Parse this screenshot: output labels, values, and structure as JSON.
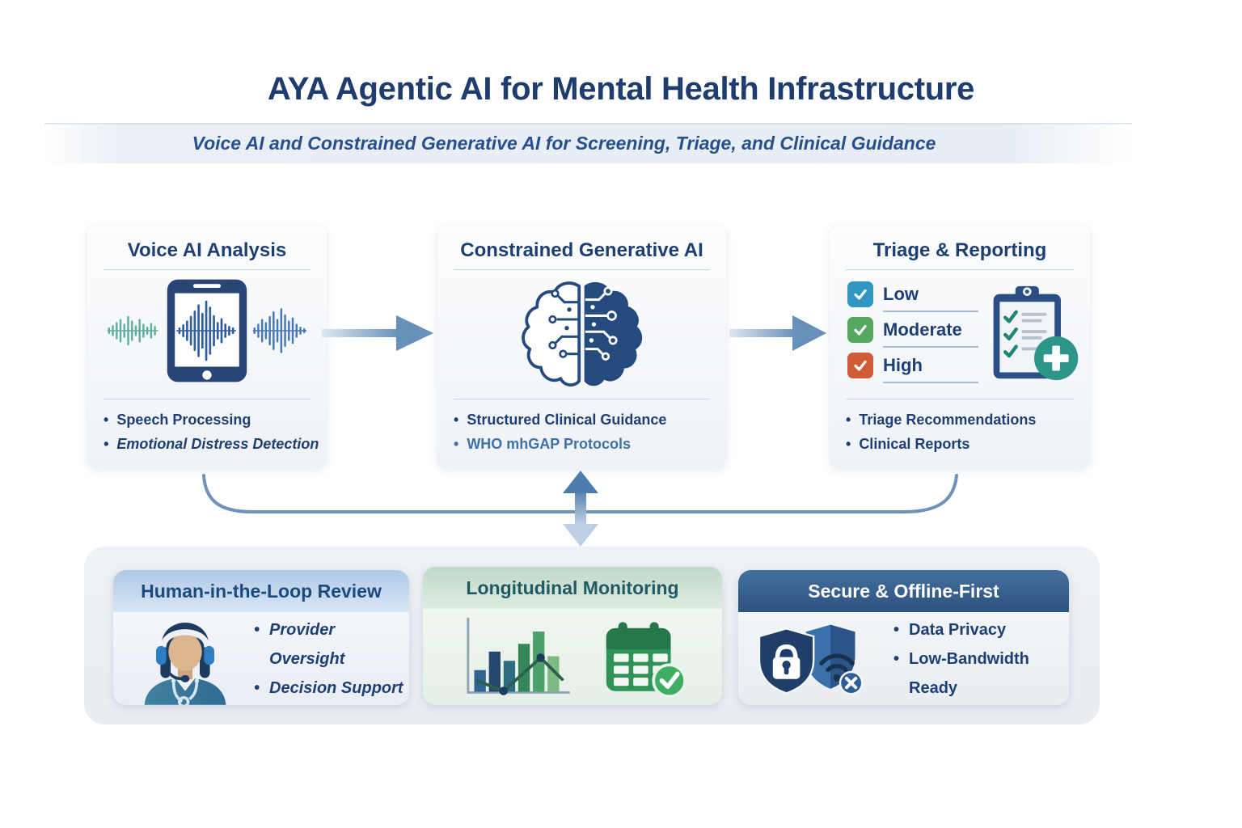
{
  "header": {
    "title": "AYA Agentic AI for Mental Health Infrastructure",
    "subtitle": "Voice AI and Constrained Generative AI for Screening, Triage, and Clinical Guidance"
  },
  "flow": {
    "cards": [
      {
        "title": "Voice AI Analysis",
        "icon": "smartphone-voice-waveform-icon",
        "bullets": [
          "Speech Processing",
          "Emotional Distress Detection"
        ]
      },
      {
        "title": "Constrained Generative AI",
        "icon": "brain-circuit-icon",
        "bullets": [
          "Structured Clinical Guidance",
          "WHO mhGAP Protocols"
        ]
      },
      {
        "title": "Triage & Reporting",
        "icon": "medical-clipboard-checklist-icon",
        "levels": [
          {
            "label": "Low",
            "color": "#2e96c0"
          },
          {
            "label": "Moderate",
            "color": "#55a85f"
          },
          {
            "label": "High",
            "color": "#d05c35"
          }
        ],
        "bullets": [
          "Triage Recommendations",
          "Clinical Reports"
        ]
      }
    ]
  },
  "foundation": {
    "cards": [
      {
        "title": "Human-in-the-Loop Review",
        "icon": "provider-headset-icon",
        "bullets": [
          "Provider Oversight",
          "Decision Support"
        ]
      },
      {
        "title": "Longitudinal Monitoring",
        "icon": "bar-chart-calendar-check-icon",
        "bullets": []
      },
      {
        "title": "Secure & Offline-First",
        "icon": "shield-lock-offline-icon",
        "bullets": [
          "Data Privacy",
          "Low-Bandwidth Ready"
        ]
      }
    ]
  },
  "palette": {
    "title_navy": "#1e3c6e",
    "card_navy": "#1d3f72",
    "accent_blue": "#3d72a8",
    "arrow_steel": "#6790ba",
    "wave_teal": "#5fae9e",
    "wave_blue": "#4677b8",
    "medical_teal": "#2e958b",
    "calendar_green": "#2f9256"
  }
}
